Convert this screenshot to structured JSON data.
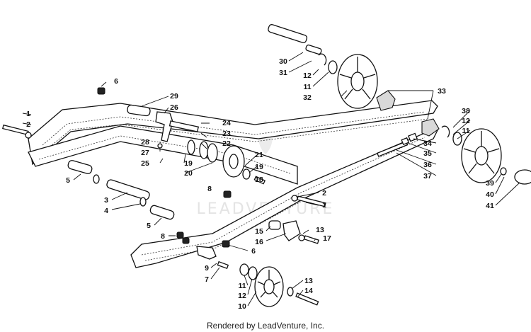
{
  "watermark": {
    "brand": "LEADVENTURE",
    "brand_color": "#e4e4e4"
  },
  "footer": {
    "credit": "Rendered by LeadVenture, Inc."
  },
  "callouts": [
    "1",
    "2",
    "6",
    "29",
    "26",
    "24",
    "23",
    "22",
    "21",
    "19",
    "18",
    "28",
    "27",
    "25",
    "19",
    "20",
    "5",
    "3",
    "4",
    "5",
    "8",
    "8",
    "6",
    "9",
    "7",
    "15",
    "16",
    "13",
    "17",
    "11",
    "12",
    "10",
    "13",
    "14",
    "2",
    "1",
    "30",
    "31",
    "12",
    "11",
    "32",
    "33",
    "38",
    "12",
    "11",
    "34",
    "35",
    "36",
    "37",
    "39",
    "40",
    "41"
  ]
}
